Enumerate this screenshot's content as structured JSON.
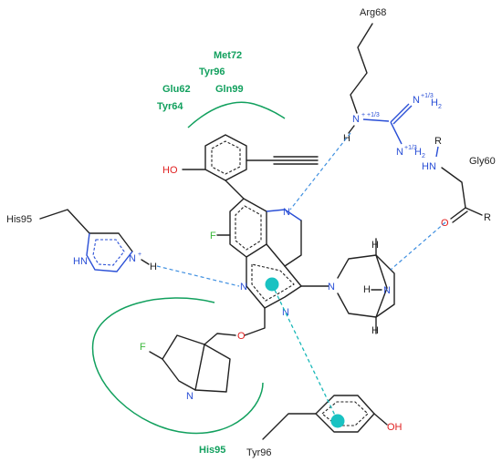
{
  "residues": {
    "arg68": "Arg68",
    "gly60": "Gly60",
    "his95_left": "His95",
    "tyr96_bottom": "Tyr96",
    "pocket_top": [
      "Met72",
      "Tyr96",
      "Glu62",
      "Gln99",
      "Tyr64"
    ],
    "his95_bottom": "His95"
  },
  "atoms": {
    "ho": "HO",
    "oh": "OH",
    "f_ring": "F",
    "f_pyrrolizine": "F",
    "o_ether": "O",
    "o_carbonyl": "O",
    "n": "N",
    "n_plus": "N",
    "plus": "+",
    "h": "H",
    "h2": "H",
    "hn": "HN",
    "hn_imid": "HN",
    "r": "R",
    "charge_frac": "+1/3",
    "guan_n1": "N",
    "guan_n2": "N",
    "guan_h2": "H",
    "guan_sub2": "2",
    "bridged_h": "H",
    "bridged_n": "N"
  },
  "colors": {
    "carbon_bond": "#222222",
    "nitrogen": "#2a4fd6",
    "oxygen": "#e02020",
    "fluorine": "#3cb83c",
    "hbond": "#3f8fe0",
    "pi_stack": "#19b8b8",
    "hydrophobic": "#12a05e"
  }
}
